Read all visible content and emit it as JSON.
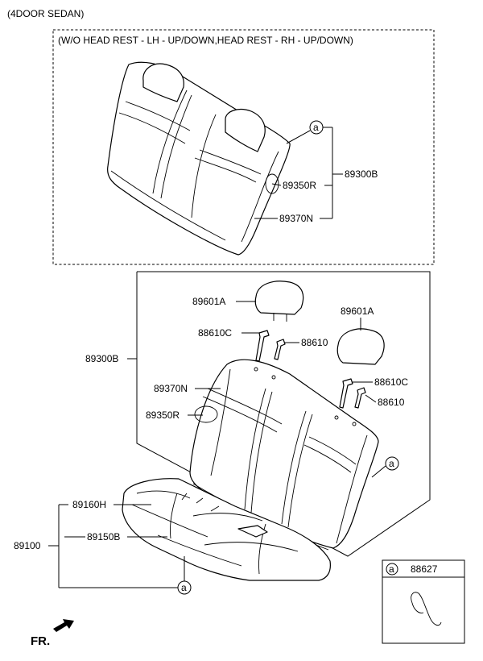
{
  "header": {
    "variant": "(4DOOR SEDAN)"
  },
  "top_box": {
    "caption": "(W/O HEAD REST - LH - UP/DOWN,HEAD REST - RH - UP/DOWN)",
    "callout_letter": "a",
    "labels": {
      "assembly": "89300B",
      "armrest_cover": "89350R",
      "back_cover": "89370N"
    }
  },
  "main": {
    "labels": {
      "headrest_left": "89601A",
      "headrest_right": "89601A",
      "guide_left_locked": "88610C",
      "guide_left": "88610",
      "guide_right_locked": "88610C",
      "guide_right": "88610",
      "back_assembly": "89300B",
      "back_cover": "89370N",
      "armrest_cover": "89350R",
      "cushion_cover": "89160H",
      "cushion_pad": "89150B",
      "cushion_assembly": "89100"
    },
    "callout_letter_back": "a",
    "callout_letter_cushion": "a"
  },
  "detail_box": {
    "callout_letter": "a",
    "part_number": "88627"
  },
  "footer": {
    "direction": "FR."
  }
}
